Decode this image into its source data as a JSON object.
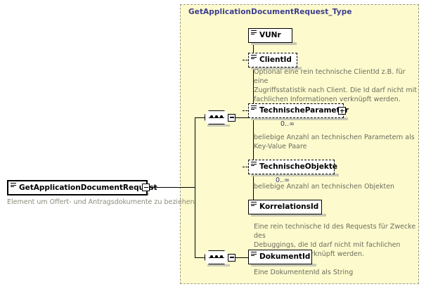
{
  "type_panel": {
    "title": "GetApplicationDocumentRequest_Type"
  },
  "root": {
    "label": "GetApplicationDocumentRequest",
    "documentation": "Element um Offert- und Antragsdokumente zu beziehen",
    "expander": "minus-icon"
  },
  "compositors": [
    {
      "name": "sequence-1",
      "kind": "sequence",
      "expander": "minus-icon"
    },
    {
      "name": "sequence-2",
      "kind": "sequence",
      "expander": "minus-icon"
    }
  ],
  "nodes": [
    {
      "label": "VUNr",
      "border": "solid",
      "required": true,
      "expander": null,
      "cardinality": null,
      "documentation": null
    },
    {
      "label": "ClientId",
      "border": "dashed",
      "required": false,
      "expander": null,
      "cardinality": null,
      "documentation": "Optional eine rein technische ClientId z.B. für eine\nZugriffsstatistik nach Client. Die Id darf nicht mit\nfachlichen Informationen verknüpft werden."
    },
    {
      "label": "TechnischeParameter",
      "border": "dashed",
      "required": false,
      "expander": "plus-icon",
      "cardinality": "0..∞",
      "documentation": "beliebige Anzahl an technischen Parametern als\nKey-Value Paare"
    },
    {
      "label": "TechnischeObjekte",
      "border": "dashed",
      "required": false,
      "expander": null,
      "cardinality": "0..∞",
      "documentation": "beliebige Anzahl an technischen Objekten"
    },
    {
      "label": "KorrelationsId",
      "border": "solid",
      "required": true,
      "expander": null,
      "cardinality": null,
      "documentation": "Eine rein technische Id des Requests für Zwecke des\nDebuggings, die Id darf nicht mit fachlichen\nInformationen verknüpft werden."
    },
    {
      "label": "DokumentId",
      "border": "solid",
      "required": true,
      "expander": null,
      "cardinality": null,
      "documentation": "Eine DokumentenId als String"
    }
  ],
  "colors": {
    "panel_background": "#fdfbcd",
    "panel_border": "#9a9a8a",
    "title_text": "#3b3b8f",
    "doc_text": "#6b6b5e",
    "cardinality_text": "#33336b",
    "node_border": "#000000",
    "shadow": "#c9c9b9"
  }
}
